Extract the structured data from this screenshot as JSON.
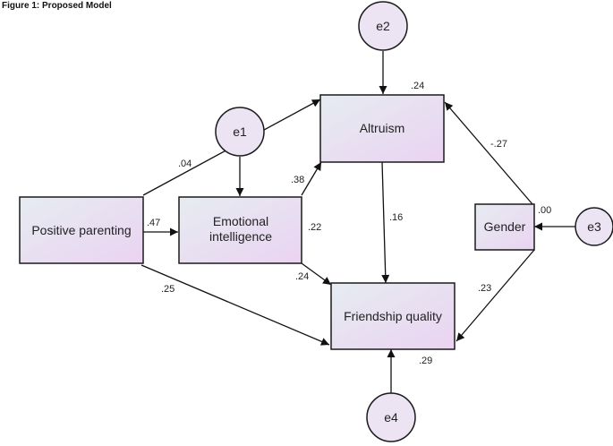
{
  "figure_title": "Figure 1: Proposed Model",
  "nodes": {
    "positive_parenting": {
      "label": "Positive parenting"
    },
    "emotional_intelligence": {
      "label_line1": "Emotional",
      "label_line2": "intelligence",
      "r2": ".22"
    },
    "altruism": {
      "label": "Altruism",
      "r2": ".24"
    },
    "friendship_quality": {
      "label": "Friendship quality",
      "r2": ".29"
    },
    "gender": {
      "label": "Gender",
      "r2": ".00"
    },
    "e1": {
      "label": "e1"
    },
    "e2": {
      "label": "e2"
    },
    "e3": {
      "label": "e3"
    },
    "e4": {
      "label": "e4"
    }
  },
  "paths": {
    "pp_to_altruism": ".04",
    "pp_to_ei": ".47",
    "pp_to_fq": ".25",
    "ei_to_altruism": ".38",
    "ei_to_fq": ".24",
    "altruism_to_fq": ".16",
    "gender_to_altruism": "-.27",
    "gender_to_fq": ".23"
  },
  "colors": {
    "box_fill_start": "#e6ecf1",
    "box_fill_end": "#ead3f1",
    "circle_fill": "#ece3f3",
    "stroke": "#1a1a1a"
  }
}
